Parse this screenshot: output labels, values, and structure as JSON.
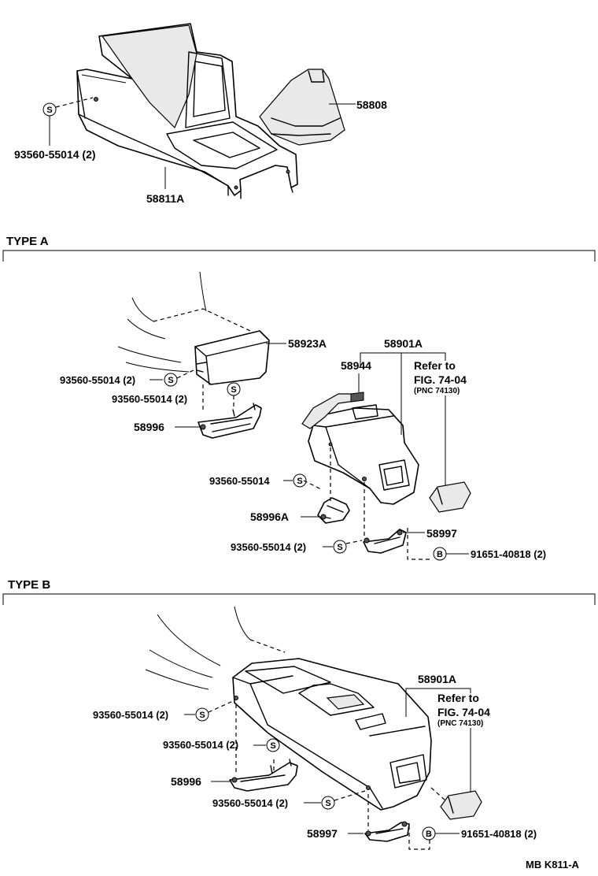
{
  "sections": {
    "type_a": "TYPE A",
    "type_b": "TYPE B"
  },
  "symbols": {
    "s": "S",
    "b": "B"
  },
  "top": {
    "console_box": "58811A",
    "shift_boot": "58808",
    "screw": "93560-55014 (2)"
  },
  "type_a": {
    "armrest": "58923A",
    "console_rear": "58901A",
    "lid": "58944",
    "refer_1": "Refer to",
    "refer_2": "FIG. 74-04",
    "refer_3": "(PNC 74130)",
    "screw_1": "93560-55014 (2)",
    "screw_2": "93560-55014 (2)",
    "bracket": "58996",
    "screw_3": "93560-55014",
    "bracket_a": "58996A",
    "bracket_b": "58997",
    "screw_4": "93560-55014 (2)",
    "bolt": "91651-40818 (2)"
  },
  "type_b": {
    "console": "58901A",
    "refer_1": "Refer to",
    "refer_2": "FIG. 74-04",
    "refer_3": "(PNC 74130)",
    "screw_1": "93560-55014 (2)",
    "screw_2": "93560-55014 (2)",
    "bracket": "58996",
    "screw_3": "93560-55014 (2)",
    "bracket_b": "58997",
    "bolt": "91651-40818 (2)"
  },
  "footer_code": "MB  K811-A"
}
